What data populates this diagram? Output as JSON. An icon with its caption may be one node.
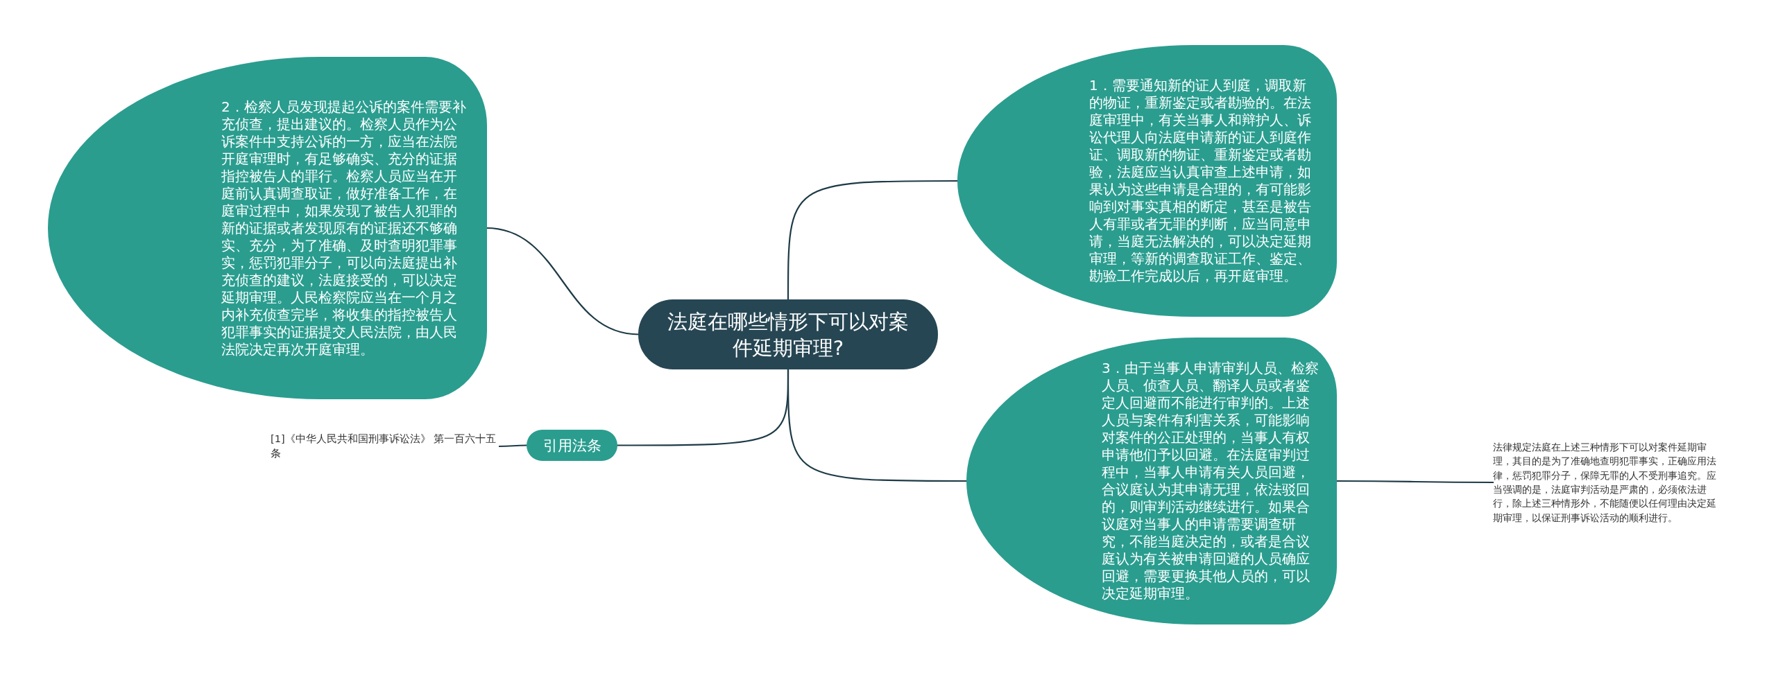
{
  "diagram": {
    "nodes": [
      {
        "text": [
          "法庭在哪些情形下可以对案件延期审理?"
        ]
      },
      {
        "text": [
          "1．需要通知新的证人到庭，调取新的物证，重新鉴定或者勘验的。在法庭审理中，有关当事人和辩护人、诉讼代理人向法庭申请新的证人到庭作证、调取新的物证、重新鉴定或者勘验，法庭应当认真审查上述申请，如果认为这些申请是合理的，有可能影响到对事实真相的断定，甚至是被告人有罪或者无罪的判断，应当同意申请，当庭无法解决的，可以决定延期审理，等新的调查取证工作、鉴定、勘验工作完成以后，再开庭审理。"
        ]
      },
      {
        "text": [
          "2．检察人员发现提起公诉的案件需要补充侦查，提出建议的。检察人员作为公诉案件中支持公诉的一方，应当在法院开庭审理时，有足够确实、充分的证据指控被告人的罪行。检察人员应当在开庭前认真调查取证，做好准备工作，在庭审过程中，如果发现了被告人犯罪的新的证据或者发现原有的证据还不够确实、充分，为了准确、及时查明犯罪事实，惩罚犯罪分子，可以向法庭提出补充侦查的建议，法庭接受的，可以决定延期审理。人民检察院应当在一个月之内补充侦查完毕，将收集的指控被告人犯罪事实的证据提交人民法院，由人民法院决定再次开庭审理。"
        ]
      },
      {
        "text": [
          "3．由于当事人申请审判人员、检察人员、侦查人员、翻译人员或者鉴定人回避而不能进行审判的。上述人员与案件有利害关系，可能影响对案件的公正处理的，当事人有权申请他们予以回避。在法庭审判过程中，当事人申请有关人员回避，合议庭认为其申请无理，依法驳回的，则审判活动继续进行。如果合议庭对当事人的申请需要调查研究，不能当庭决定的，或者是合议庭认为有关被申请回避的人员确应回避，需要更换其他人员的，可以决定延期审理。"
        ]
      },
      {
        "text": [
          "引用法条"
        ]
      },
      {
        "text": [
          "[1]《中华人民共和国刑事诉讼法》 第一百六十五条"
        ]
      },
      {
        "text": [
          "法律规定法庭在上述三种情形下可以对案件延期审理，其目的是为了准确地查明犯罪事实，正确应用法律，惩罚犯罪分子，保障无罪的人不受刑事追究。应当强调的是，法庭审判活动是严肃的，必须依法进行，除上述三种情形外，不能随便以任何理由决定延期审理，以保证刑事诉讼活动的顺利进行。"
        ]
      }
    ],
    "edges": [
      {
        "from": 0,
        "to": 1,
        "arrow": "none"
      },
      {
        "from": 0,
        "to": 2,
        "arrow": "none"
      },
      {
        "from": 0,
        "to": 3,
        "arrow": "none"
      },
      {
        "from": 0,
        "to": 4,
        "arrow": "none"
      },
      {
        "from": 4,
        "to": 5,
        "arrow": "none"
      },
      {
        "from": 3,
        "to": 6,
        "arrow": "none"
      }
    ]
  }
}
